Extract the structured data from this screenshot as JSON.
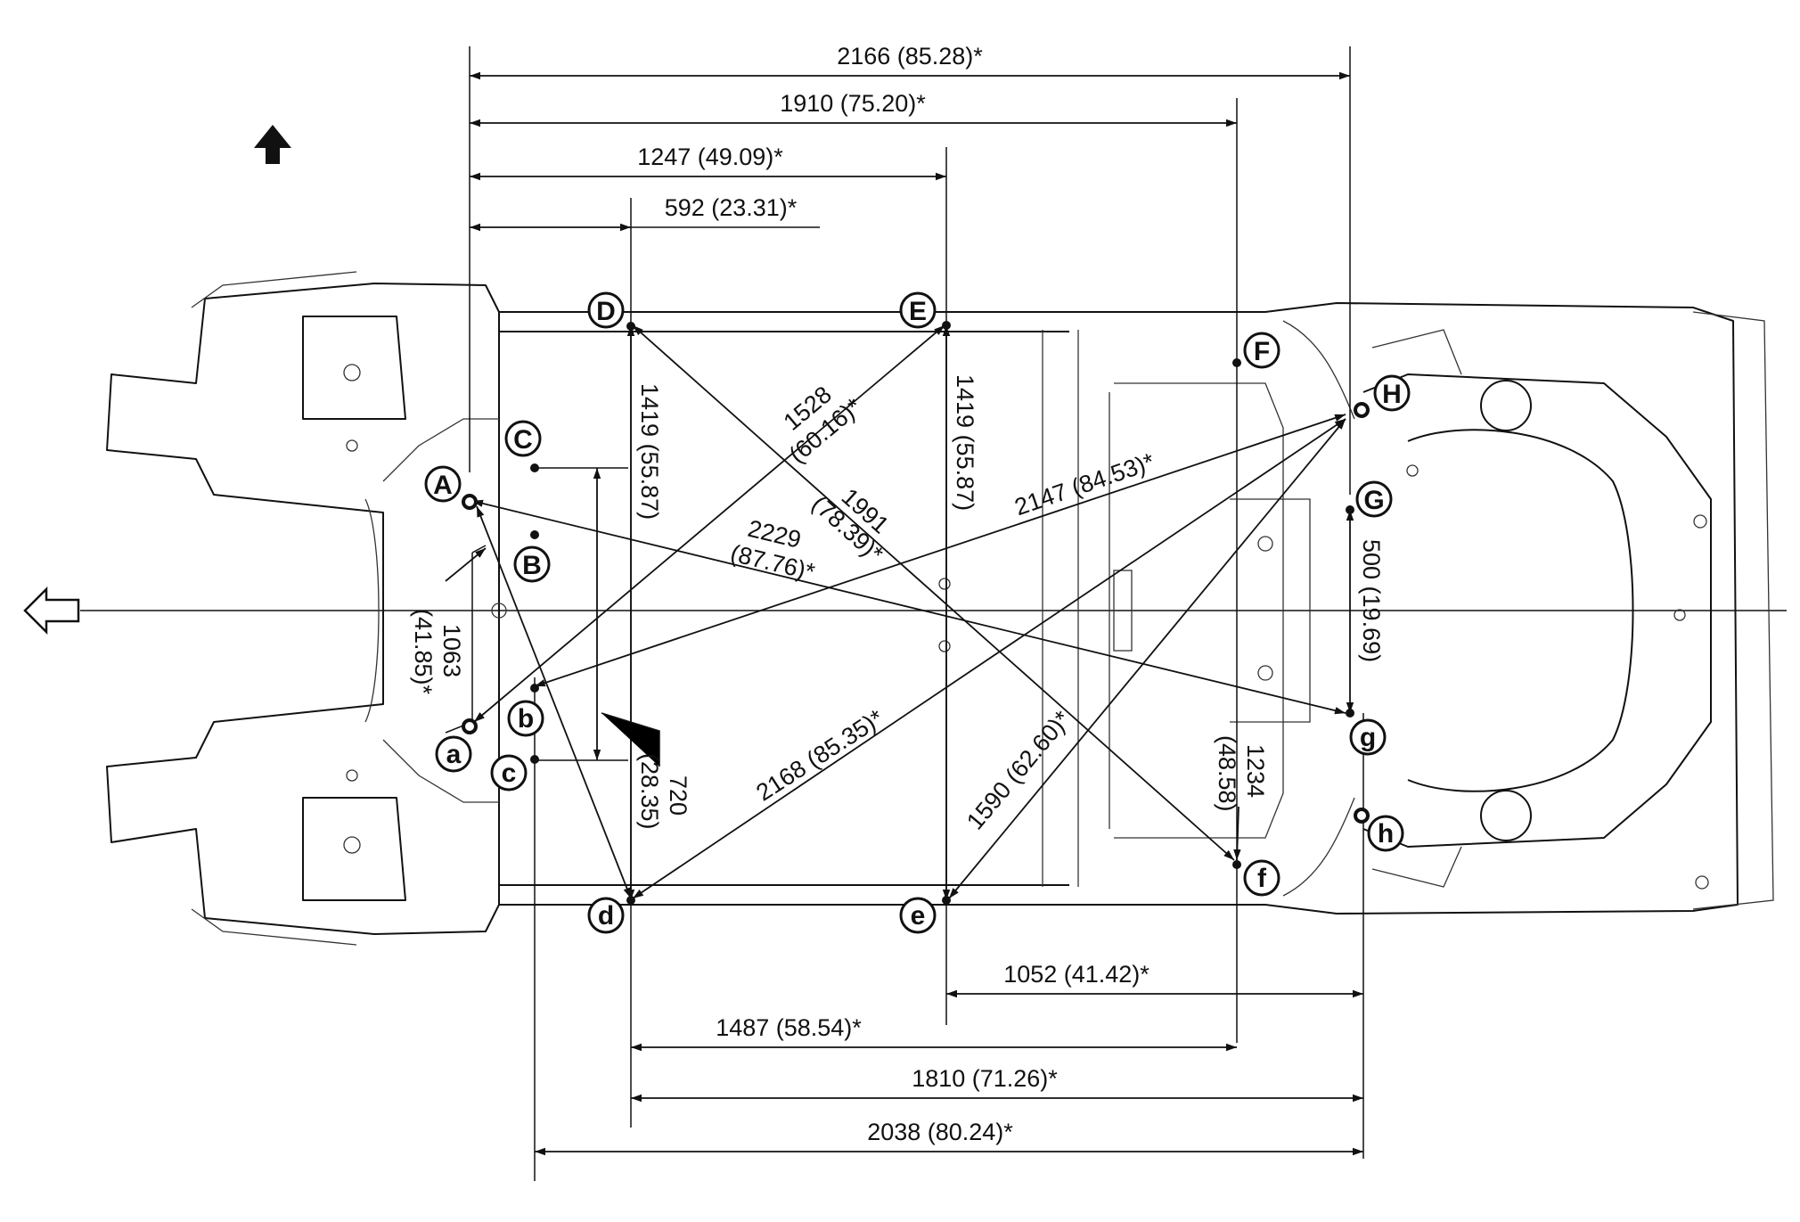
{
  "points": [
    {
      "id": "A",
      "label": "A"
    },
    {
      "id": "B",
      "label": "B"
    },
    {
      "id": "C",
      "label": "C"
    },
    {
      "id": "D",
      "label": "D"
    },
    {
      "id": "E",
      "label": "E"
    },
    {
      "id": "F",
      "label": "F"
    },
    {
      "id": "G",
      "label": "G"
    },
    {
      "id": "H",
      "label": "H"
    },
    {
      "id": "a",
      "label": "a"
    },
    {
      "id": "b",
      "label": "b"
    },
    {
      "id": "c",
      "label": "c"
    },
    {
      "id": "d",
      "label": "d"
    },
    {
      "id": "e",
      "label": "e"
    },
    {
      "id": "f",
      "label": "f"
    },
    {
      "id": "g",
      "label": "g"
    },
    {
      "id": "h",
      "label": "h"
    }
  ],
  "dimensions": {
    "top_2166": "2166 (85.28)*",
    "top_1910": "1910 (75.20)*",
    "top_1247": "1247 (49.09)*",
    "top_592": "592 (23.31)*",
    "bot_1052": "1052 (41.42)*",
    "bot_1487": "1487 (58.54)*",
    "bot_1810": "1810 (71.26)*",
    "bot_2038": "2038 (80.24)*",
    "v_D_d": "1419 (55.87)",
    "v_E_e": "1419 (55.87)",
    "v_G_g": "500 (19.69)",
    "d_1528_a": "1528",
    "d_1528_b": "(60.16)*",
    "d_1991_a": "1991",
    "d_1991_b": "(78.39)*",
    "d_2147": "2147 (84.53)*",
    "d_2229_a": "2229",
    "d_2229_b": "(87.76)*",
    "d_2168": "2168 (85.35)*",
    "d_1590": "1590 (62.60)*",
    "d_1063_a": "1063",
    "d_1063_b": "(41.85)*",
    "d_720_a": "720",
    "d_720_b": "(28.35)",
    "d_1234_a": "1234",
    "d_1234_b": "(48.58)"
  },
  "icons": {
    "up_arrow": "up-arrow-icon",
    "front_arrow": "left-arrow-icon"
  }
}
